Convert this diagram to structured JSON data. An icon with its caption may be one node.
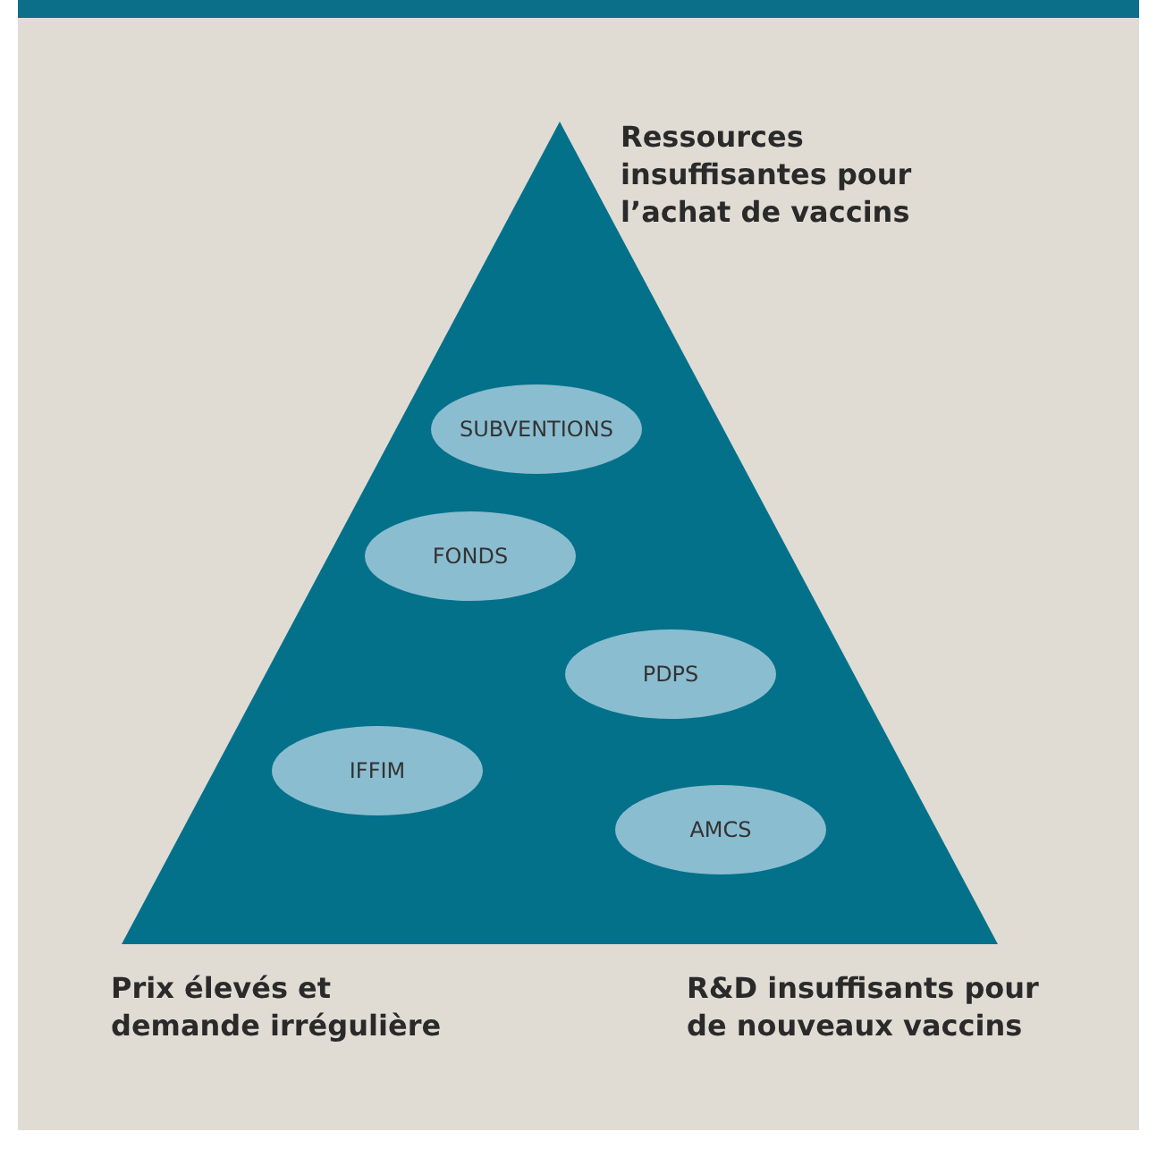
{
  "diagram": {
    "nodes": [
      {
        "text": [],
        "shape": "triangle"
      },
      {
        "text": [
          "SUBVENTIONS"
        ],
        "in": 0
      },
      {
        "text": [
          "FONDS"
        ],
        "in": 0
      },
      {
        "text": [
          "PDPS"
        ],
        "in": 0
      },
      {
        "text": [
          "IFFIM"
        ],
        "in": 0
      },
      {
        "text": [
          "AMCS"
        ],
        "in": 0
      }
    ],
    "edges": [],
    "labels": [
      "Ressources insuffisantes pour l’achat de vaccins",
      "Prix élevés et demande irrégulière",
      "R&D insuffisants pour de nouveaux vaccins"
    ]
  }
}
